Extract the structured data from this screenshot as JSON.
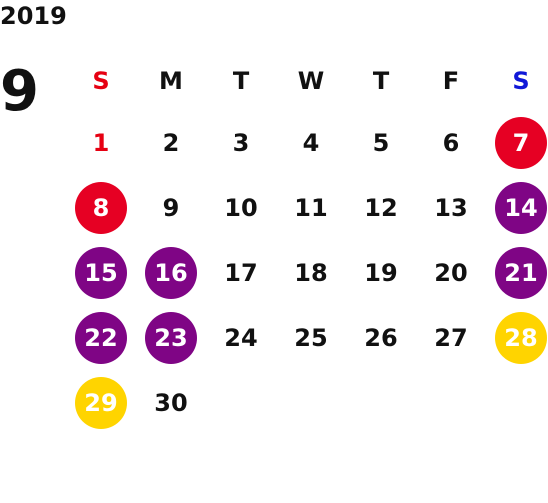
{
  "calendar": {
    "year": "2019",
    "month": "9",
    "weekdays": [
      "S",
      "M",
      "T",
      "W",
      "T",
      "F",
      "S"
    ],
    "weekday_colors": [
      "#e60012",
      "#111111",
      "#111111",
      "#111111",
      "#111111",
      "#111111",
      "#1018d8"
    ],
    "weeks": [
      [
        {
          "day": "1",
          "color": "#e60012",
          "bg": ""
        },
        {
          "day": "2",
          "color": "#111111",
          "bg": ""
        },
        {
          "day": "3",
          "color": "#111111",
          "bg": ""
        },
        {
          "day": "4",
          "color": "#111111",
          "bg": ""
        },
        {
          "day": "5",
          "color": "#111111",
          "bg": ""
        },
        {
          "day": "6",
          "color": "#111111",
          "bg": ""
        },
        {
          "day": "7",
          "color": "#ffffff",
          "bg": "#e60023"
        }
      ],
      [
        {
          "day": "8",
          "color": "#ffffff",
          "bg": "#e60023"
        },
        {
          "day": "9",
          "color": "#111111",
          "bg": ""
        },
        {
          "day": "10",
          "color": "#111111",
          "bg": ""
        },
        {
          "day": "11",
          "color": "#111111",
          "bg": ""
        },
        {
          "day": "12",
          "color": "#111111",
          "bg": ""
        },
        {
          "day": "13",
          "color": "#111111",
          "bg": ""
        },
        {
          "day": "14",
          "color": "#ffffff",
          "bg": "#7f0585"
        }
      ],
      [
        {
          "day": "15",
          "color": "#ffffff",
          "bg": "#7f0585"
        },
        {
          "day": "16",
          "color": "#ffffff",
          "bg": "#7f0585"
        },
        {
          "day": "17",
          "color": "#111111",
          "bg": ""
        },
        {
          "day": "18",
          "color": "#111111",
          "bg": ""
        },
        {
          "day": "19",
          "color": "#111111",
          "bg": ""
        },
        {
          "day": "20",
          "color": "#111111",
          "bg": ""
        },
        {
          "day": "21",
          "color": "#ffffff",
          "bg": "#7f0585"
        }
      ],
      [
        {
          "day": "22",
          "color": "#ffffff",
          "bg": "#7f0585"
        },
        {
          "day": "23",
          "color": "#ffffff",
          "bg": "#7f0585"
        },
        {
          "day": "24",
          "color": "#111111",
          "bg": ""
        },
        {
          "day": "25",
          "color": "#111111",
          "bg": ""
        },
        {
          "day": "26",
          "color": "#111111",
          "bg": ""
        },
        {
          "day": "27",
          "color": "#111111",
          "bg": ""
        },
        {
          "day": "28",
          "color": "#ffffff",
          "bg": "#ffd400"
        }
      ],
      [
        {
          "day": "29",
          "color": "#ffffff",
          "bg": "#ffd400"
        },
        {
          "day": "30",
          "color": "#111111",
          "bg": ""
        }
      ]
    ]
  }
}
